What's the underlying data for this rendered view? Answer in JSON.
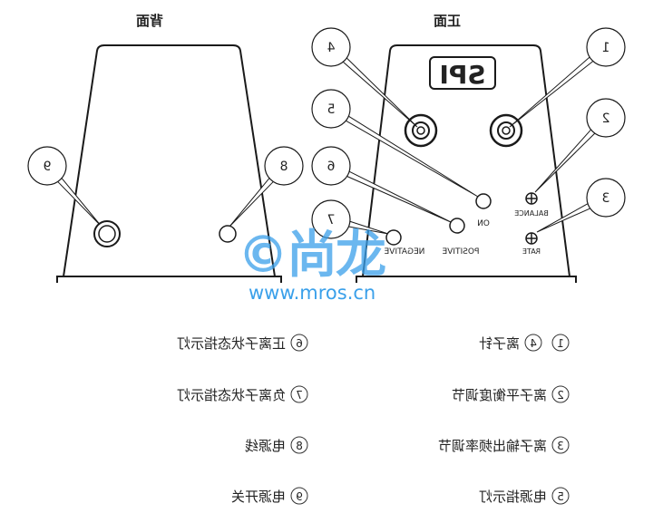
{
  "titles": {
    "back": "背面",
    "front": "正面"
  },
  "logo": "SPI",
  "panel_labels": {
    "on": "ON",
    "positive": "POSITIVE",
    "negative": "NEGATIVE",
    "balance": "BALANCE",
    "rate": "RATE"
  },
  "callouts": [
    "1",
    "2",
    "3",
    "4",
    "5",
    "6",
    "7",
    "8",
    "9"
  ],
  "legend_right": [
    {
      "nums": [
        "1",
        "4"
      ],
      "label": "离子针"
    },
    {
      "nums": [
        "2"
      ],
      "label": "离子平衡度调节"
    },
    {
      "nums": [
        "3"
      ],
      "label": "离子输出频率调节"
    },
    {
      "nums": [
        "5"
      ],
      "label": "电源指示灯"
    }
  ],
  "legend_left": [
    {
      "nums": [
        "6"
      ],
      "label": "正离子状态指示灯"
    },
    {
      "nums": [
        "7"
      ],
      "label": "负离子状态指示灯"
    },
    {
      "nums": [
        "8"
      ],
      "label": "电源线"
    },
    {
      "nums": [
        "9"
      ],
      "label": "电源开关"
    }
  ],
  "watermark": {
    "logo": "©尚龙",
    "url": "www.mros.cn"
  },
  "colors": {
    "line": "#1a1a1a",
    "watermark": "#3aa0ea"
  }
}
